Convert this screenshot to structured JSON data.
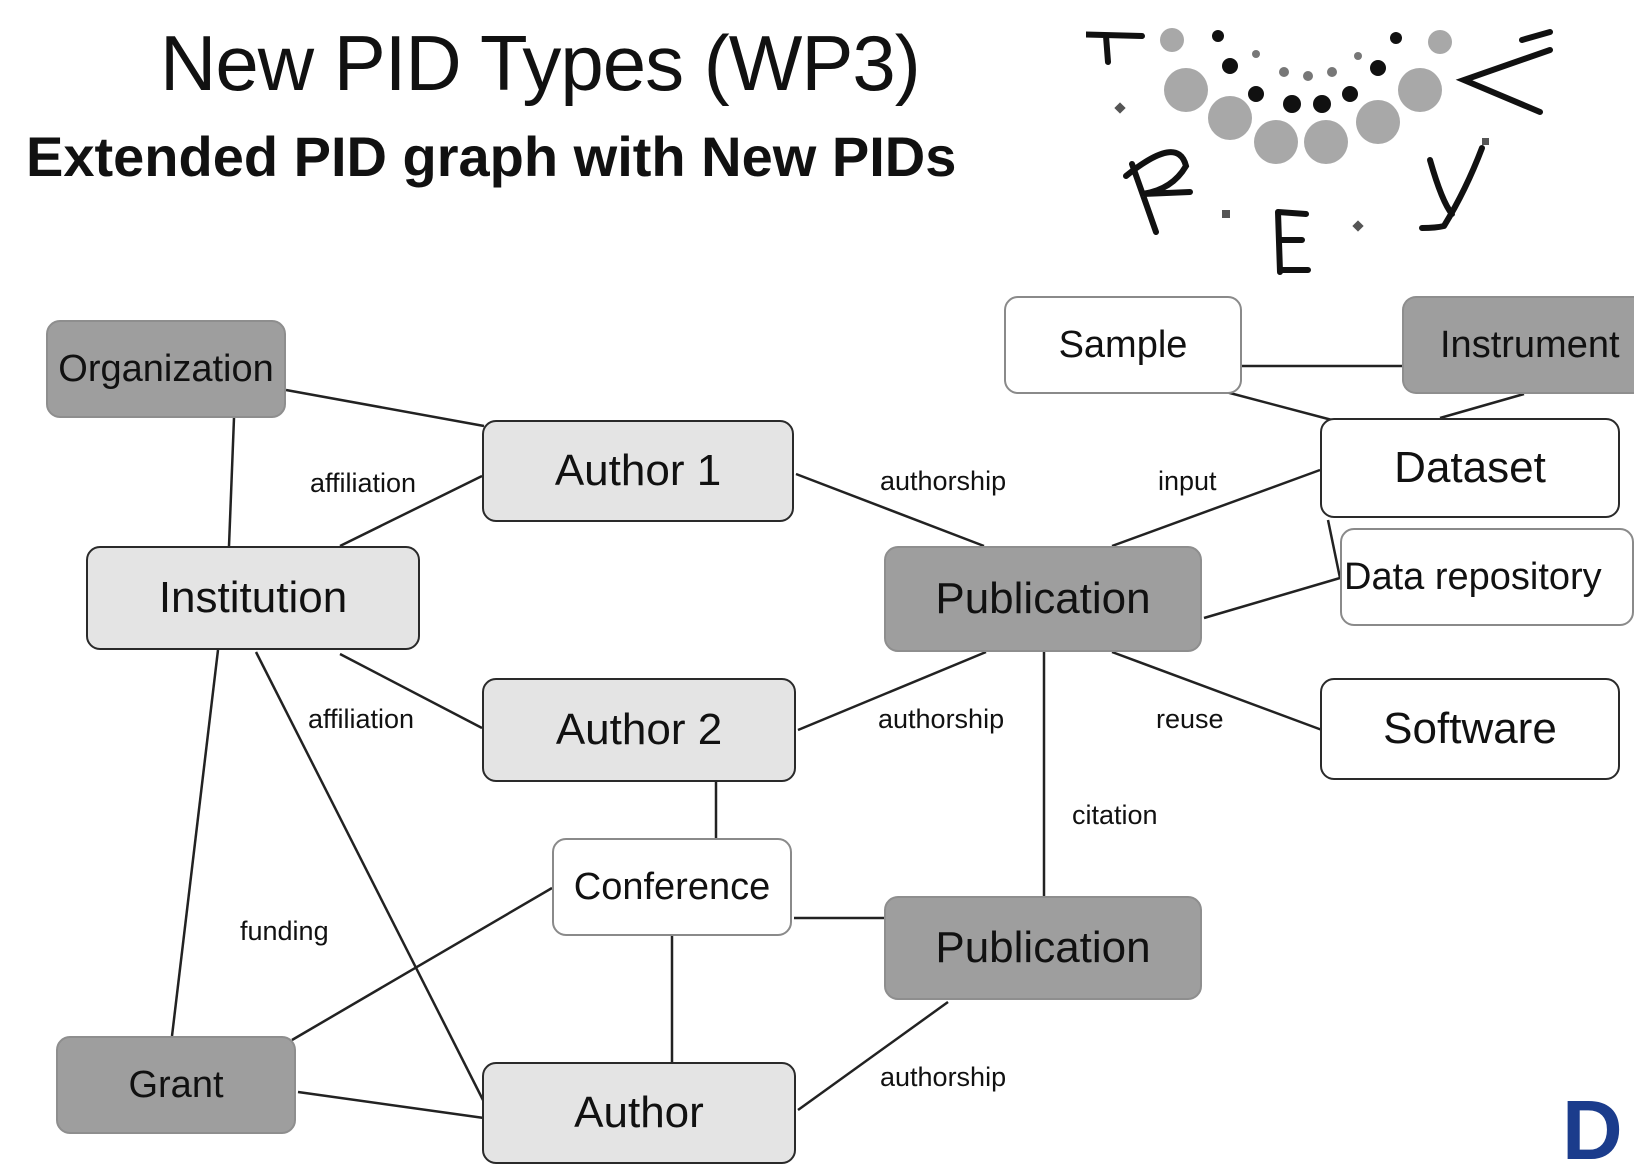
{
  "slide": {
    "title": "New PID Types (WP3)",
    "subtitle": "Extended PID graph with New PIDs"
  },
  "logo": {
    "text": "FREYA"
  },
  "nodes": {
    "organization": "Organization",
    "institution": "Institution",
    "author1": "Author 1",
    "author2": "Author 2",
    "conference": "Conference",
    "author": "Author",
    "grant": "Grant",
    "publication_top": "Publication",
    "publication_bottom": "Publication",
    "sample": "Sample",
    "instrument": "Instrument",
    "dataset": "Dataset",
    "data_repository": "Data repository",
    "software": "Software"
  },
  "edge_labels": {
    "affiliation_1": "affiliation",
    "affiliation_2": "affiliation",
    "authorship_1": "authorship",
    "authorship_2": "authorship",
    "authorship_3": "authorship",
    "input": "input",
    "reuse": "reuse",
    "citation": "citation",
    "funding": "funding"
  },
  "colors": {
    "node_dark": "#9e9e9e",
    "node_light": "#e4e4e4",
    "node_white": "#ffffff",
    "edge": "#222222",
    "corner_mark": "#1b3c8c"
  }
}
